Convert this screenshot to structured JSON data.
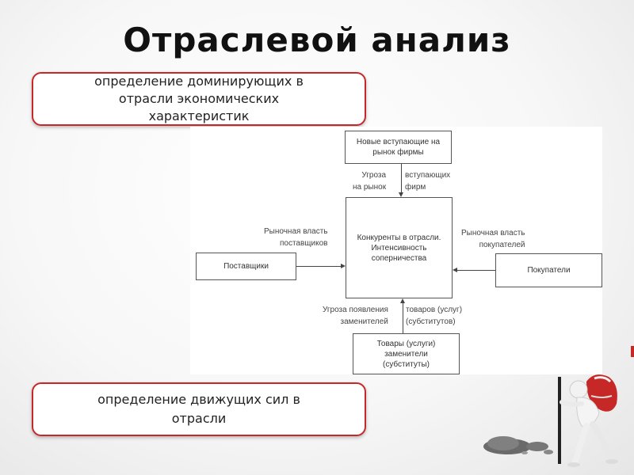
{
  "title": "Отраслевой анализ",
  "callouts": {
    "top": [
      "определение доминирующих в",
      "отрасли экономических",
      "характеристик"
    ],
    "bottom": [
      "определение движущих сил в",
      "отрасли"
    ]
  },
  "diagram": {
    "boxes": {
      "new_entrants": [
        "Новые вступающие на",
        "рынок фирмы"
      ],
      "competitors": [
        "Конкуренты в отрасли.",
        "Интенсивность",
        "соперничества"
      ],
      "suppliers": "Поставщики",
      "buyers": "Покупатели",
      "substitutes": [
        "Товары (услуги)",
        "заменители",
        "(субституты)"
      ]
    },
    "labels": {
      "threat_entry_left": [
        "Угроза",
        "на рынок"
      ],
      "threat_entry_right": [
        "вступающих",
        "фирм"
      ],
      "supplier_power": [
        "Рыночная власть",
        "поставщиков"
      ],
      "buyer_power": [
        "Рыночная власть",
        "покупателей"
      ],
      "threat_subst_left": [
        "Угроза появления",
        "заменителей"
      ],
      "threat_subst_right": [
        "товаров (услуг)",
        "(субститутов)"
      ]
    }
  },
  "colors": {
    "accent": "#c62828",
    "title": "#111111"
  }
}
